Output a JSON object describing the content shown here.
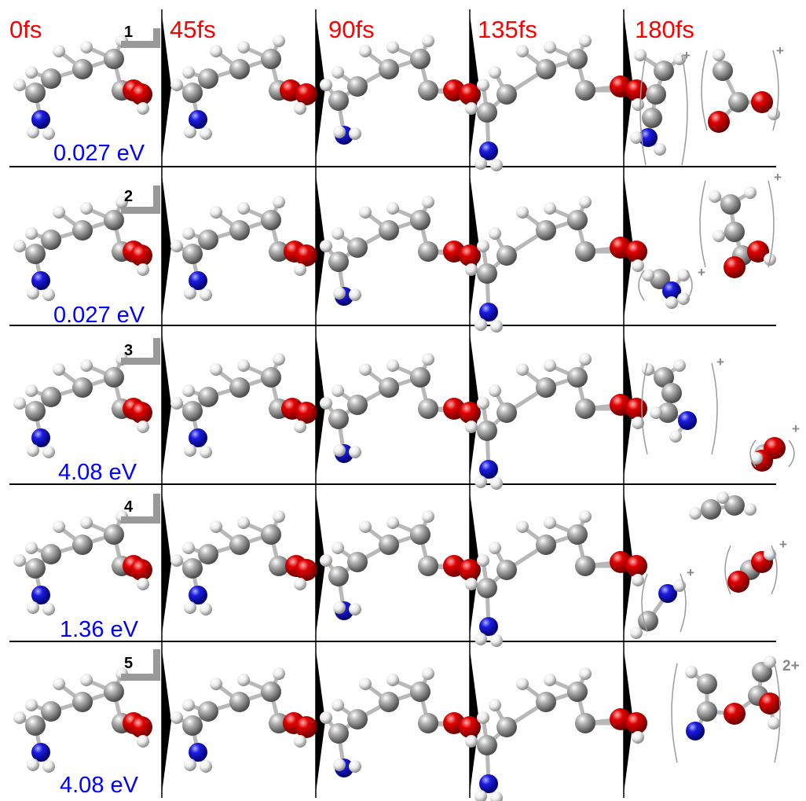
{
  "time_labels": [
    "0fs",
    "45fs",
    "90fs",
    "135fs",
    "180fs"
  ],
  "rows": [
    {
      "number": "1",
      "energy": "0.027 eV",
      "charges": [
        "+",
        "+"
      ]
    },
    {
      "number": "2",
      "energy": "0.027 eV",
      "charges": [
        "+",
        "+"
      ]
    },
    {
      "number": "3",
      "energy": "4.08 eV",
      "charges": [
        "+",
        "+"
      ]
    },
    {
      "number": "4",
      "energy": "1.36 eV",
      "charges": [
        "+",
        "+"
      ]
    },
    {
      "number": "5",
      "energy": "4.08 eV",
      "charges": [
        "2+"
      ]
    }
  ],
  "atom_colors": {
    "carbon": "#8c8c8c",
    "hydrogen": "#e6e6e6",
    "oxygen": "#dd0000",
    "nitrogen": "#1a1adc"
  },
  "text_colors": {
    "time": "#ff0000",
    "energy": "#0000ff",
    "charge": "#888888"
  }
}
